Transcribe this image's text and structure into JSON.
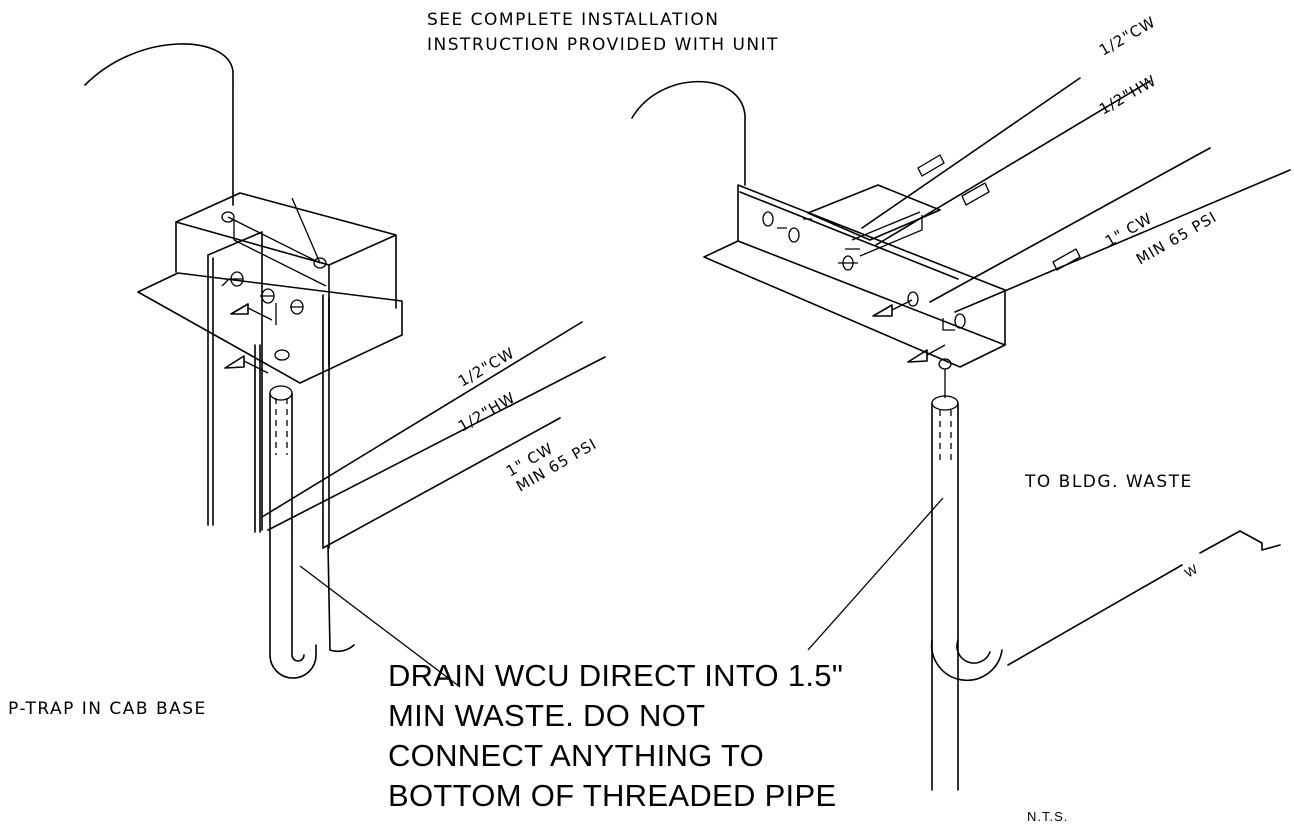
{
  "header_note": {
    "line1": "SEE COMPLETE INSTALLATION",
    "line2": "INSTRUCTION PROVIDED WITH UNIT"
  },
  "left_labels": {
    "cw_half": "1/2\"CW",
    "hw_half": "1/2\"HW",
    "cw_one": "1\" CW",
    "min_psi": "MIN 65 PSI",
    "ptrap": "P-TRAP IN CAB BASE"
  },
  "right_labels": {
    "cw_half": "1/2\"CW",
    "hw_half": "1/2\"HW",
    "cw_one": "1\" CW",
    "min_psi": "MIN 65 PSI",
    "waste": "TO BLDG. WASTE",
    "waste_w": "W"
  },
  "drain_note": {
    "line1": "DRAIN WCU DIRECT INTO 1.5\"",
    "line2": "MIN WASTE. DO NOT",
    "line3": "CONNECT ANYTHING TO",
    "line4": "BOTTOM OF THREADED PIPE"
  },
  "scale_note": "N.T.S."
}
